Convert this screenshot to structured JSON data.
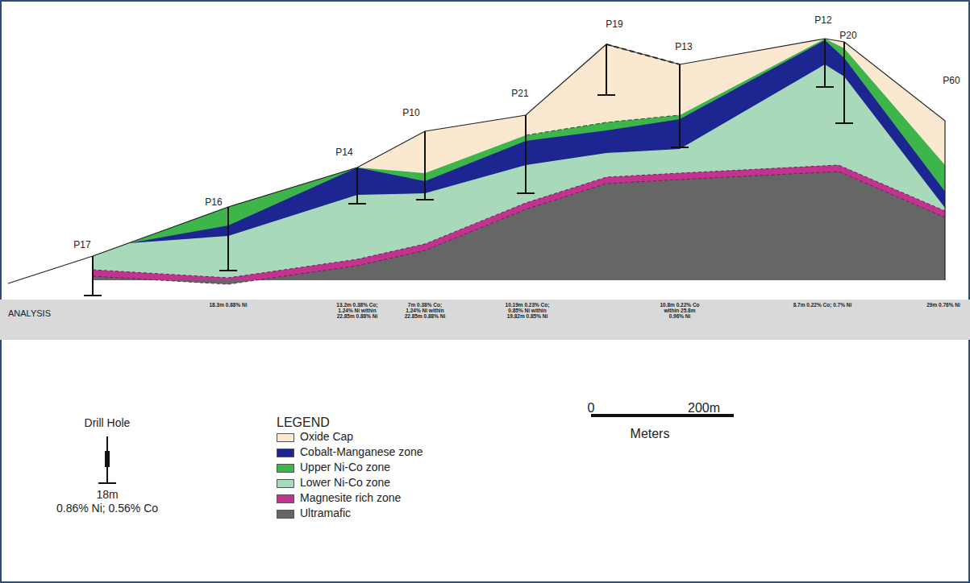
{
  "diagram": {
    "labels": [
      "P17",
      "P16",
      "P14",
      "P10",
      "P21",
      "P19",
      "P13",
      "P12",
      "P20",
      "P60",
      "ANALYSIS",
      "18.3m 0.88% Ni",
      "13.2m 0.38% Co; 1.24% Ni within 22.85m 0.88% Ni",
      "7m 0.38% Co; 1.24% Ni within 22.85m 0.88% Ni",
      "10.19m 0.23% Co; 0.85% Ni within 19.82m 0.85% Ni",
      "10.8m 0.22% Co within 25.8m 0.96% Ni",
      "8.7m 0.22% Co; 0.7% Ni",
      "29m 0.76% Ni",
      "Drill Hole",
      "18m",
      "0.86% Ni; 0.56% Co",
      "LEGEND",
      "0",
      "200m",
      "Meters"
    ],
    "legend": [
      {
        "text": "Oxide Cap",
        "color": "#fbe8d0"
      },
      {
        "text": "Cobalt-Manganese zone",
        "color": "#1c2590"
      },
      {
        "text": "Upper Ni-Co zone",
        "color": "#3db54a"
      },
      {
        "text": "Lower Ni-Co zone",
        "color": "#a9d9bb"
      },
      {
        "text": "Magnesite rich zone",
        "color": "#c2328f"
      },
      {
        "text": "Ultramafic",
        "color": "#666666"
      }
    ]
  }
}
